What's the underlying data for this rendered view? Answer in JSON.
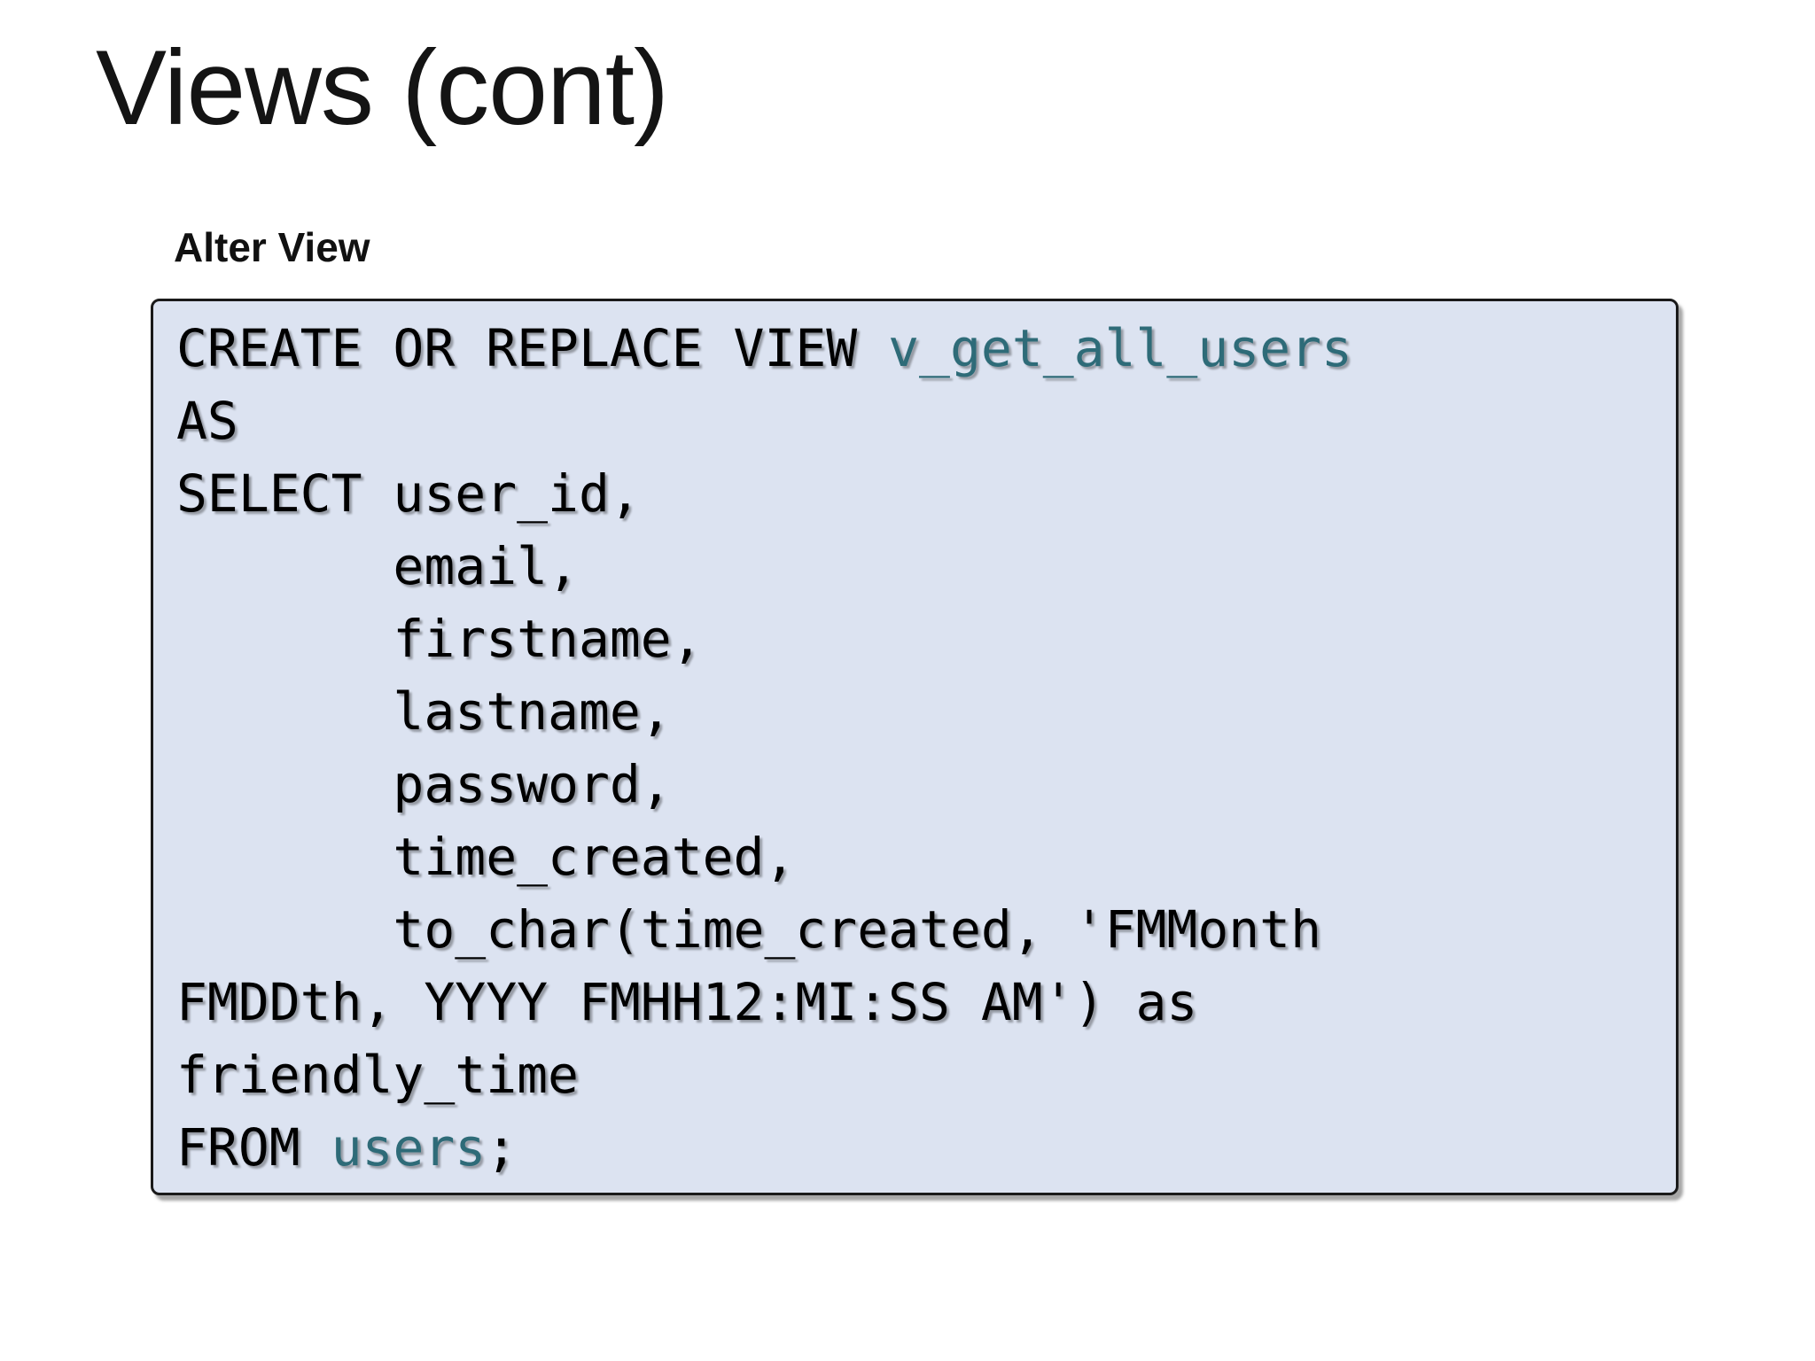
{
  "title": "Views (cont)",
  "section_label": "Alter View",
  "code_block": {
    "language": "sql",
    "colors": {
      "background": "#dce3f1",
      "border": "#1a1a1a",
      "text": "#000000",
      "entity": "#2e6b78"
    },
    "lines": [
      [
        {
          "t": "CREATE OR REPLACE VIEW ",
          "c": "plain"
        },
        {
          "t": "v_get_all_users",
          "c": "entity"
        }
      ],
      [
        {
          "t": "AS",
          "c": "plain"
        }
      ],
      [
        {
          "t": "SELECT user_id,",
          "c": "plain"
        }
      ],
      [
        {
          "t": "       email,",
          "c": "plain"
        }
      ],
      [
        {
          "t": "       firstname,",
          "c": "plain"
        }
      ],
      [
        {
          "t": "       lastname,",
          "c": "plain"
        }
      ],
      [
        {
          "t": "       password,",
          "c": "plain"
        }
      ],
      [
        {
          "t": "       time_created,",
          "c": "plain"
        }
      ],
      [
        {
          "t": "       to_char(time_created, 'FMMonth",
          "c": "plain"
        }
      ],
      [
        {
          "t": "FMDDth, YYYY FMHH12:MI:SS AM') as",
          "c": "plain"
        }
      ],
      [
        {
          "t": "friendly_time",
          "c": "plain"
        }
      ],
      [
        {
          "t": "FROM ",
          "c": "plain"
        },
        {
          "t": "users",
          "c": "entity"
        },
        {
          "t": ";",
          "c": "plain"
        }
      ]
    ]
  }
}
